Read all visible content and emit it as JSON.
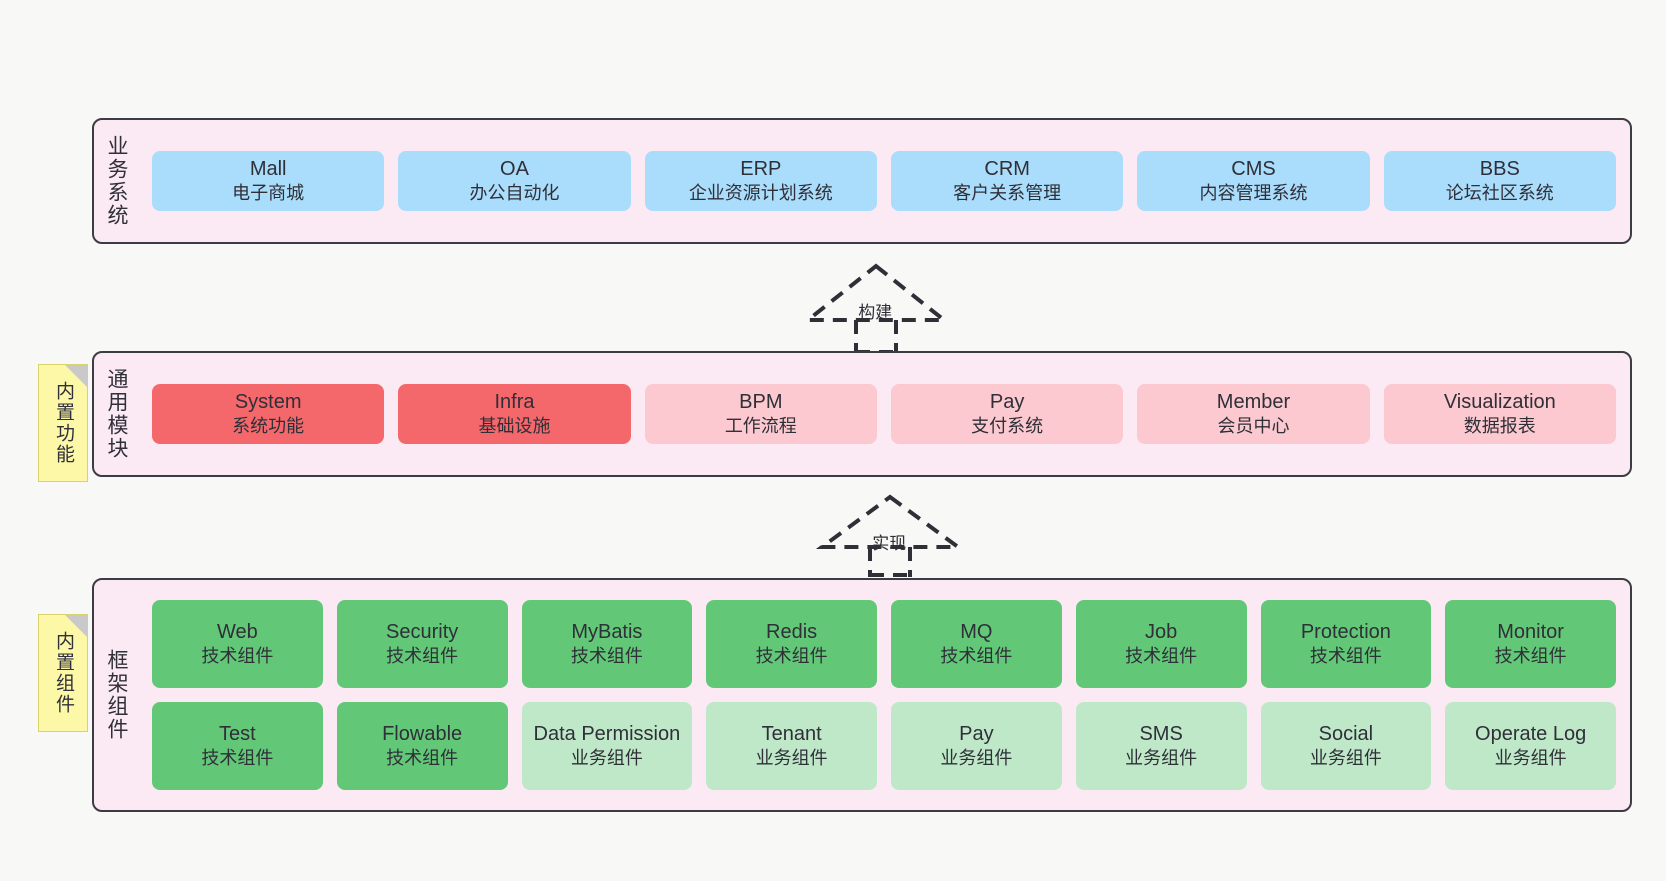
{
  "diagram": {
    "background_color": "#f8f8f6",
    "band_color": "#fbeaf4",
    "band_border_color": "#3d3b44"
  },
  "layers": [
    {
      "id": "business-systems",
      "title": "业务系统",
      "sticky": null,
      "rows": [
        {
          "cards": [
            {
              "en": "Mall",
              "cn": "电子商城",
              "color": "#aadcfb",
              "variant": "c-blue"
            },
            {
              "en": "OA",
              "cn": "办公自动化",
              "color": "#aadcfb",
              "variant": "c-blue"
            },
            {
              "en": "ERP",
              "cn": "企业资源计划系统",
              "color": "#aadcfb",
              "variant": "c-blue"
            },
            {
              "en": "CRM",
              "cn": "客户关系管理",
              "color": "#aadcfb",
              "variant": "c-blue"
            },
            {
              "en": "CMS",
              "cn": "内容管理系统",
              "color": "#aadcfb",
              "variant": "c-blue"
            },
            {
              "en": "BBS",
              "cn": "论坛社区系统",
              "color": "#aadcfb",
              "variant": "c-blue"
            }
          ]
        }
      ]
    },
    {
      "id": "common-modules",
      "title": "通用模块",
      "sticky": "内置功能",
      "rows": [
        {
          "cards": [
            {
              "en": "System",
              "cn": "系统功能",
              "color": "#f4686b",
              "variant": "c-red"
            },
            {
              "en": "Infra",
              "cn": "基础设施",
              "color": "#f4686b",
              "variant": "c-red"
            },
            {
              "en": "BPM",
              "cn": "工作流程",
              "color": "#fbc9cf",
              "variant": "c-pink"
            },
            {
              "en": "Pay",
              "cn": "支付系统",
              "color": "#fbc9cf",
              "variant": "c-pink"
            },
            {
              "en": "Member",
              "cn": "会员中心",
              "color": "#fbc9cf",
              "variant": "c-pink"
            },
            {
              "en": "Visualization",
              "cn": "数据报表",
              "color": "#fbc9cf",
              "variant": "c-pink"
            }
          ]
        }
      ]
    },
    {
      "id": "framework-components",
      "title": "框架组件",
      "sticky": "内置组件",
      "rows": [
        {
          "cards": [
            {
              "en": "Web",
              "cn": "技术组件",
              "color": "#62c878",
              "variant": "c-green"
            },
            {
              "en": "Security",
              "cn": "技术组件",
              "color": "#62c878",
              "variant": "c-green"
            },
            {
              "en": "MyBatis",
              "cn": "技术组件",
              "color": "#62c878",
              "variant": "c-green"
            },
            {
              "en": "Redis",
              "cn": "技术组件",
              "color": "#62c878",
              "variant": "c-green"
            },
            {
              "en": "MQ",
              "cn": "技术组件",
              "color": "#62c878",
              "variant": "c-green"
            },
            {
              "en": "Job",
              "cn": "技术组件",
              "color": "#62c878",
              "variant": "c-green"
            },
            {
              "en": "Protection",
              "cn": "技术组件",
              "color": "#62c878",
              "variant": "c-green"
            },
            {
              "en": "Monitor",
              "cn": "技术组件",
              "color": "#62c878",
              "variant": "c-green"
            }
          ]
        },
        {
          "cards": [
            {
              "en": "Test",
              "cn": "技术组件",
              "color": "#62c878",
              "variant": "c-green"
            },
            {
              "en": "Flowable",
              "cn": "技术组件",
              "color": "#62c878",
              "variant": "c-green"
            },
            {
              "en": "Data Permission",
              "cn": "业务组件",
              "color": "#bfe8c8",
              "variant": "c-lightgreen"
            },
            {
              "en": "Tenant",
              "cn": "业务组件",
              "color": "#bfe8c8",
              "variant": "c-lightgreen"
            },
            {
              "en": "Pay",
              "cn": "业务组件",
              "color": "#bfe8c8",
              "variant": "c-lightgreen"
            },
            {
              "en": "SMS",
              "cn": "业务组件",
              "color": "#bfe8c8",
              "variant": "c-lightgreen"
            },
            {
              "en": "Social",
              "cn": "业务组件",
              "color": "#bfe8c8",
              "variant": "c-lightgreen"
            },
            {
              "en": "Operate Log",
              "cn": "业务组件",
              "color": "#bfe8c8",
              "variant": "c-lightgreen"
            }
          ]
        }
      ]
    }
  ],
  "connectors": [
    {
      "id": "build",
      "label": "构建",
      "from": "common-modules",
      "to": "business-systems"
    },
    {
      "id": "implement",
      "label": "实现",
      "from": "framework-components",
      "to": "common-modules"
    }
  ]
}
